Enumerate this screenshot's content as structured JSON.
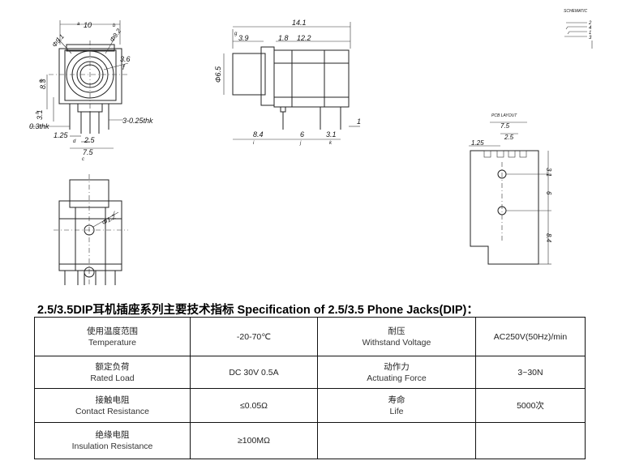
{
  "drawing": {
    "front_view": {
      "dims": [
        "10",
        "a",
        "b",
        "Φ9.1",
        "Φ9.2",
        "3.6",
        "f",
        "0.3thk",
        "3-0.25thk",
        "1.25",
        "2.5",
        "d",
        "7.5",
        "c",
        "g",
        "8.3",
        "3.1",
        "h"
      ]
    },
    "side_view": {
      "dims": [
        "14.1",
        "g",
        "3.9",
        "1.8",
        "12.2",
        "Φ6.5",
        "8.4",
        "i",
        "6",
        "j",
        "3.1",
        "k",
        "1"
      ]
    },
    "bottom_view": {
      "dims": [
        "Φ1.2",
        "l"
      ]
    },
    "schematic": {
      "title": "SCHEMATIC",
      "pins": [
        "2",
        "4",
        "1",
        "3"
      ]
    },
    "pcb_layout": {
      "title": "PCB LAYOUT",
      "dims": [
        "7.5",
        "2.5",
        "1.25",
        "3.1",
        "6",
        "8.4"
      ]
    }
  },
  "spec": {
    "title": "2.5/3.5DIP耳机插座系列主要技术指标 Specification of 2.5/3.5 Phone Jacks(DIP)：",
    "rows": [
      {
        "label_cn": "使用温度范围",
        "label_en": "Temperature",
        "value": "-20-70℃",
        "label2_cn": "耐压",
        "label2_en": "Withstand Voltage",
        "value2": "AC250V(50Hz)/min"
      },
      {
        "label_cn": "额定负荷",
        "label_en": "Rated Load",
        "value": "DC 30V 0.5A",
        "label2_cn": "动作力",
        "label2_en": "Actuating Force",
        "value2": "3~30N"
      },
      {
        "label_cn": "接触电阻",
        "label_en": "Contact Resistance",
        "value": "≤0.05Ω",
        "label2_cn": "寿命",
        "label2_en": "Life",
        "value2": "5000次"
      },
      {
        "label_cn": "绝缘电阻",
        "label_en": "Insulation Resistance",
        "value": "≥100MΩ",
        "label2_cn": "",
        "label2_en": "",
        "value2": ""
      }
    ]
  }
}
